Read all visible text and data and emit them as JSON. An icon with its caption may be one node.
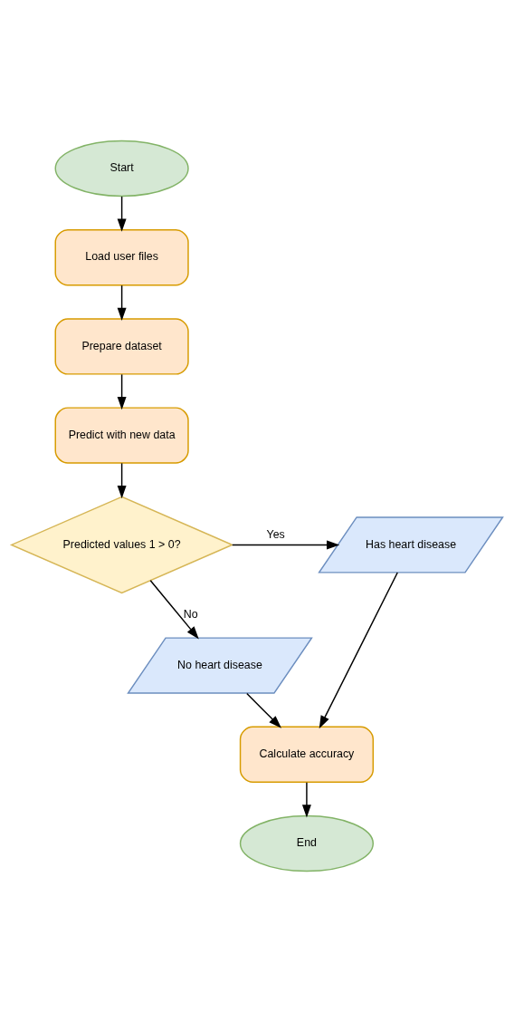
{
  "diagram": {
    "nodes": [
      {
        "text": [
          "Start"
        ]
      },
      {
        "text": [
          "Load user files"
        ]
      },
      {
        "text": [
          "Prepare dataset"
        ]
      },
      {
        "text": [
          "Predict with new data"
        ]
      },
      {
        "text": [
          "Predicted values 1 > 0?"
        ]
      },
      {
        "text": [
          "Has heart disease"
        ]
      },
      {
        "text": [
          "No heart disease"
        ]
      },
      {
        "text": [
          "Calculate accuracy"
        ]
      },
      {
        "text": [
          "End"
        ]
      }
    ],
    "edges": [
      {
        "from": 0,
        "to": 1,
        "arrow": "to"
      },
      {
        "from": 1,
        "to": 2,
        "arrow": "to"
      },
      {
        "from": 2,
        "to": 3,
        "arrow": "to"
      },
      {
        "from": 3,
        "to": 4,
        "arrow": "to"
      },
      {
        "from": 4,
        "to": 5,
        "arrow": "to",
        "label": "Yes"
      },
      {
        "from": 4,
        "to": 6,
        "arrow": "to",
        "label": "No"
      },
      {
        "from": 6,
        "to": 7,
        "arrow": "to"
      },
      {
        "from": 5,
        "to": 7,
        "arrow": "to"
      },
      {
        "from": 7,
        "to": 8,
        "arrow": "to"
      }
    ]
  }
}
